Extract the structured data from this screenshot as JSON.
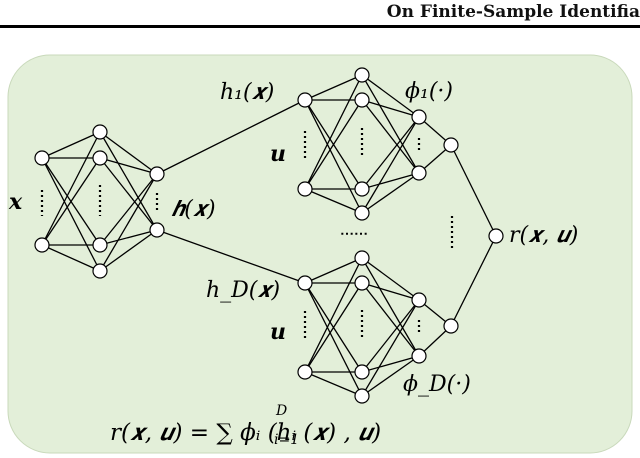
{
  "header": {
    "title": "On Finite-Sample Identifia"
  },
  "diagram": {
    "labels": {
      "input_x": "𝒙",
      "features": "𝒉(𝒙)",
      "h1": "h₁(𝒙)",
      "hD": "h_D(𝒙)",
      "phi1": "ϕ₁(·)",
      "phiD": "ϕ_D(·)",
      "u_top": "𝒖",
      "u_bottom": "𝒖",
      "output": "r(𝒙, 𝒖)",
      "ellipsis_h": "⋯⋯",
      "formula": "r(𝒙, 𝒖) = ∑ ϕᵢ (hᵢ (𝒙) , 𝒖)",
      "formula_sum_super": "D",
      "formula_sum_sub": "i=1"
    },
    "colors": {
      "panel_fill": "#e3efd9",
      "panel_stroke": "#c9d9bb",
      "node_fill": "#ffffff",
      "line": "#000000"
    }
  }
}
